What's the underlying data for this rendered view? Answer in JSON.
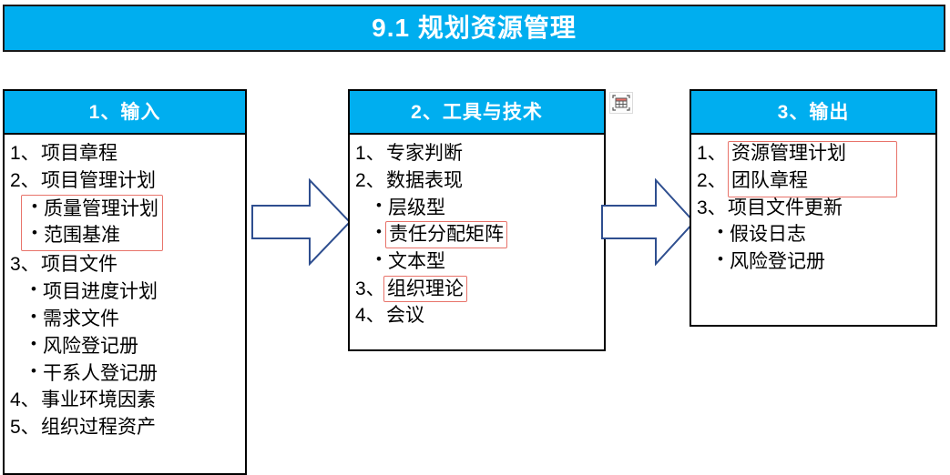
{
  "title": {
    "text": "9.1  规划资源管理",
    "bg_color": "#00AEEF",
    "text_color": "#FFFFFF"
  },
  "colors": {
    "header_blue": "#00AEEF",
    "highlight_red": "#E8736A",
    "arrow_outline": "#2E4E8F",
    "box_border": "#000000"
  },
  "boxes": [
    {
      "id": "input",
      "header": "1、输入",
      "items": [
        {
          "marker": "1、",
          "text": "项目章程",
          "type": "numbered",
          "highlight": false
        },
        {
          "marker": "2、",
          "text": "项目管理计划",
          "type": "numbered",
          "highlight": false
        },
        {
          "marker": "•",
          "text": "质量管理计划",
          "type": "bulleted",
          "highlight": true
        },
        {
          "marker": "•",
          "text": "范围基准",
          "type": "bulleted",
          "highlight": true
        },
        {
          "marker": "3、",
          "text": "项目文件",
          "type": "numbered",
          "highlight": false
        },
        {
          "marker": "•",
          "text": "项目进度计划",
          "type": "bulleted",
          "highlight": false
        },
        {
          "marker": "•",
          "text": "需求文件",
          "type": "bulleted",
          "highlight": false
        },
        {
          "marker": "•",
          "text": "风险登记册",
          "type": "bulleted",
          "highlight": false
        },
        {
          "marker": "•",
          "text": "干系人登记册",
          "type": "bulleted",
          "highlight": false
        },
        {
          "marker": "4、",
          "text": "事业环境因素",
          "type": "numbered",
          "highlight": false
        },
        {
          "marker": "5、",
          "text": "组织过程资产",
          "type": "numbered",
          "highlight": false
        }
      ]
    },
    {
      "id": "tools",
      "header": "2、工具与技术",
      "items": [
        {
          "marker": "1、",
          "text": "专家判断",
          "type": "numbered",
          "highlight": false
        },
        {
          "marker": "2、",
          "text": "数据表现",
          "type": "numbered",
          "highlight": false
        },
        {
          "marker": "•",
          "text": "层级型",
          "type": "bulleted",
          "highlight": false
        },
        {
          "marker": "•",
          "text": "责任分配矩阵",
          "type": "bulleted",
          "highlight": true
        },
        {
          "marker": "•",
          "text": "文本型",
          "type": "bulleted",
          "highlight": false
        },
        {
          "marker": "3、",
          "text": "组织理论",
          "type": "numbered",
          "highlight": true
        },
        {
          "marker": "4、",
          "text": "会议",
          "type": "numbered",
          "highlight": false
        }
      ]
    },
    {
      "id": "output",
      "header": "3、输出",
      "items": [
        {
          "marker": "1、",
          "text": "资源管理计划",
          "type": "numbered",
          "highlight": true
        },
        {
          "marker": "2、",
          "text": "团队章程",
          "type": "numbered",
          "highlight": true
        },
        {
          "marker": "3、",
          "text": "项目文件更新",
          "type": "numbered",
          "highlight": false
        },
        {
          "marker": "•",
          "text": "假设日志",
          "type": "bulleted",
          "highlight": false
        },
        {
          "marker": "•",
          "text": "风险登记册",
          "type": "bulleted",
          "highlight": false
        }
      ]
    }
  ],
  "arrows": [
    {
      "name": "arrow-input-to-tools"
    },
    {
      "name": "arrow-tools-to-output"
    }
  ],
  "icons": [
    {
      "name": "table-insert-icon"
    }
  ]
}
